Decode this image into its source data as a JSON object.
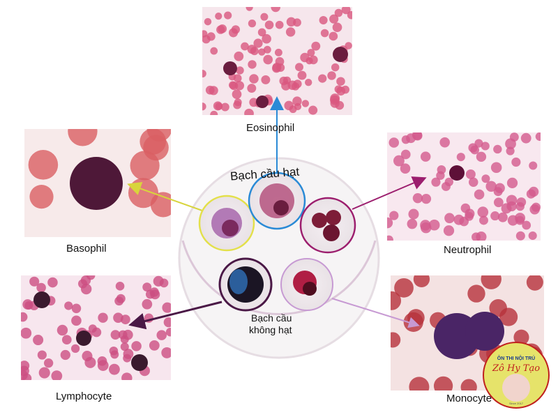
{
  "title": "Bạch cầu",
  "groups": {
    "granular": "Bạch cầu hạt",
    "agranular_line1": "Bạch cầu",
    "agranular_line2": "không hạt"
  },
  "cells": [
    {
      "name": "Eosinophil",
      "color": "#2a8ad6"
    },
    {
      "name": "Basophil",
      "color": "#e3e04a"
    },
    {
      "name": "Neutrophil",
      "color": "#9c1e6e"
    },
    {
      "name": "Lymphocyte",
      "color": "#4a1846"
    },
    {
      "name": "Monocyte",
      "color": "#c79ad3"
    }
  ],
  "logo": {
    "title": "ÔN THI NỘI TRÚ",
    "subtitle": "Zô Hy Tạo",
    "since": "Since 2017"
  }
}
